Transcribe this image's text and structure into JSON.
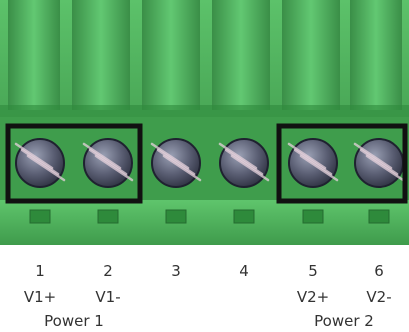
{
  "colors": {
    "housing": "#4fb05e",
    "housing_dark": "#2d7a3a",
    "screw_metal": "#5b5f74",
    "screw_slot": "#e6d2dc",
    "frame": "#111111",
    "text": "#333333"
  },
  "terminals": [
    {
      "number": "1",
      "signal": "V1+"
    },
    {
      "number": "2",
      "signal": "V1-"
    },
    {
      "number": "3",
      "signal": ""
    },
    {
      "number": "4",
      "signal": ""
    },
    {
      "number": "5",
      "signal": "V2+"
    },
    {
      "number": "6",
      "signal": "V2-"
    }
  ],
  "groups": {
    "power1": "Power 1",
    "power2": "Power 2"
  }
}
